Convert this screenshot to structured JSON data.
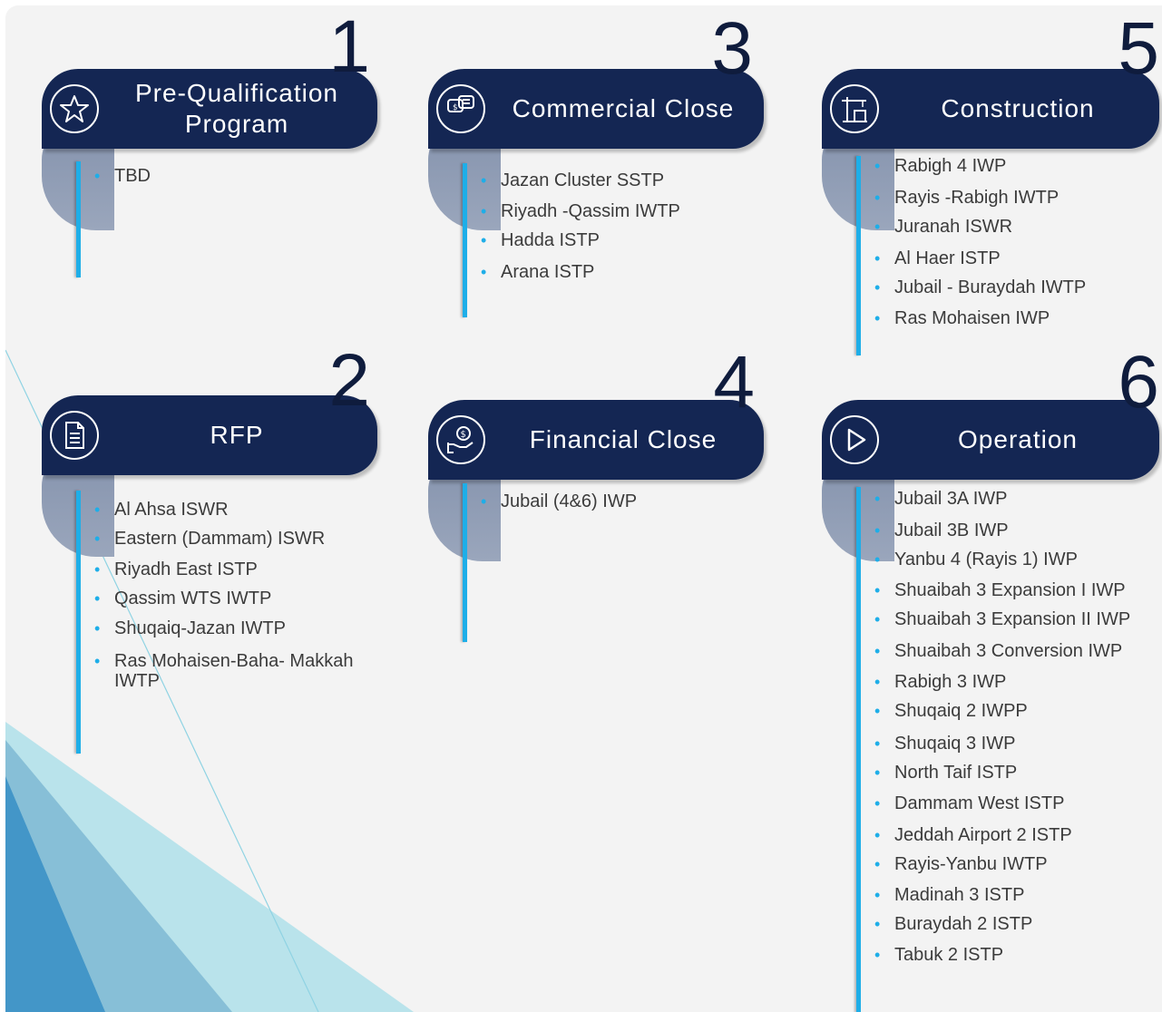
{
  "stages": [
    {
      "number": "1",
      "title": "Pre-Qualification Program",
      "icon": "star-icon",
      "items": [
        "TBD"
      ]
    },
    {
      "number": "2",
      "title": "RFP",
      "icon": "document-icon",
      "items": [
        "Al Ahsa ISWR",
        "Eastern (Dammam) ISWR",
        "Riyadh East ISTP",
        "Qassim WTS IWTP",
        "Shuqaiq-Jazan IWTP",
        "Ras Mohaisen-Baha- Makkah IWTP"
      ]
    },
    {
      "number": "3",
      "title": "Commercial Close",
      "icon": "chat-bubbles-icon",
      "items": [
        "Jazan Cluster SSTP",
        "Riyadh -Qassim IWTP",
        "Hadda ISTP",
        "Arana ISTP"
      ]
    },
    {
      "number": "4",
      "title": "Financial Close",
      "icon": "hand-coin-icon",
      "items": [
        "Jubail (4&6) IWP"
      ]
    },
    {
      "number": "5",
      "title": "Construction",
      "icon": "crane-icon",
      "items": [
        "Rabigh 4 IWP",
        "Rayis -Rabigh IWTP",
        "Juranah ISWR",
        "Al Haer ISTP",
        "Jubail - Buraydah IWTP",
        "Ras Mohaisen IWP"
      ]
    },
    {
      "number": "6",
      "title": "Operation",
      "icon": "play-icon",
      "items": [
        "Jubail 3A IWP",
        "Jubail 3B IWP",
        "Yanbu 4 (Rayis 1) IWP",
        "Shuaibah 3 Expansion I IWP",
        "Shuaibah 3 Expansion II IWP",
        "Shuaibah 3 Conversion IWP",
        "Rabigh 3 IWP",
        "Shuqaiq 2 IWPP",
        "Shuqaiq 3 IWP",
        "North Taif ISTP",
        "Dammam West ISTP",
        "Jeddah Airport 2 ISTP",
        "Rayis-Yanbu IWTP",
        "Madinah 3 ISTP",
        "Buraydah 2 ISTP",
        "Tabuk 2 ISTP"
      ]
    }
  ],
  "colors": {
    "header": "#142653",
    "accent": "#1eaee8",
    "curl": "#8593ad",
    "number": "#0f1c3d",
    "background": "#f3f3f3"
  }
}
